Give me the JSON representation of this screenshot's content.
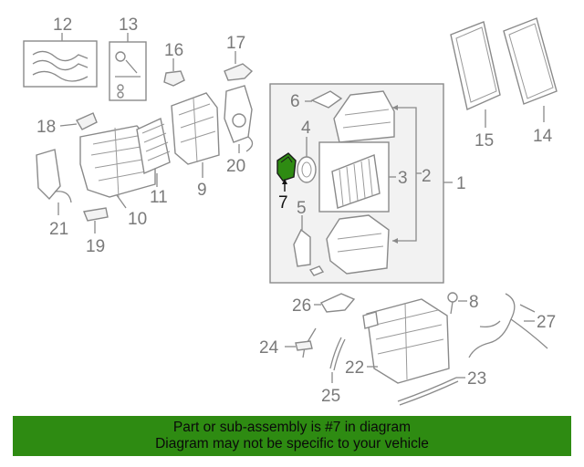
{
  "callouts": {
    "c1": "1",
    "c2": "2",
    "c3": "3",
    "c4": "4",
    "c5": "5",
    "c6": "6",
    "c7": "7",
    "c8": "8",
    "c9": "9",
    "c10": "10",
    "c11": "11",
    "c12": "12",
    "c13": "13",
    "c14": "14",
    "c15": "15",
    "c16": "16",
    "c17": "17",
    "c18": "18",
    "c19": "19",
    "c20": "20",
    "c21": "21",
    "c22": "22",
    "c23": "23",
    "c24": "24",
    "c25": "25",
    "c26": "26",
    "c27": "27"
  },
  "highlight": {
    "part_number": "7",
    "color": "#2e8b12",
    "banner_color": "#2e8b12"
  },
  "banner": {
    "line1": "Part or sub-assembly is #7 in diagram",
    "line2": "Diagram may not be specific to your vehicle"
  }
}
